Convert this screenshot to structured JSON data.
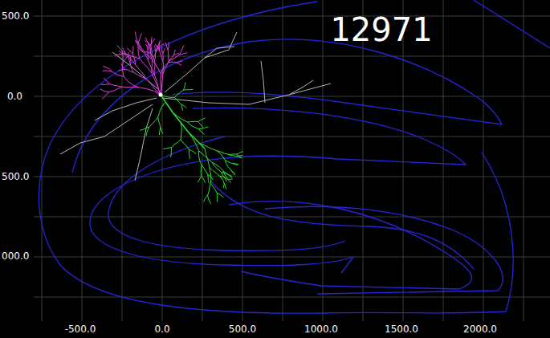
{
  "diagram": {
    "labels": [
      "12971",
      "500.0",
      "0.0",
      "500.0",
      "000.0",
      "-500.0",
      "0.0",
      "500.0",
      "1000.0",
      "1500.0",
      "2000.0"
    ]
  }
}
